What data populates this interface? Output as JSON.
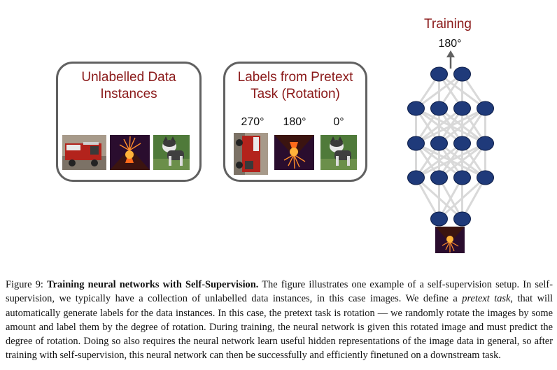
{
  "panels": {
    "unlabelled": {
      "title_line1": "Unlabelled Data",
      "title_line2": "Instances"
    },
    "pretext": {
      "title_line1": "Labels from Pretext",
      "title_line2": "Task (Rotation)",
      "labels": [
        "270°",
        "180°",
        "0°"
      ]
    }
  },
  "images": [
    "fire-truck-photo",
    "volcano-photo",
    "husky-dog-photo"
  ],
  "training": {
    "title": "Training",
    "output_label": "180°"
  },
  "network": {
    "layer_sizes": [
      2,
      4,
      4,
      4,
      2
    ],
    "node_color": "#1f3a7a",
    "edge_color": "#d9d9d9"
  },
  "caption": {
    "prefix": "Figure 9: ",
    "bold": "Training neural networks with Self-Supervision.",
    "part1": " The figure illustrates one example of a self-supervision setup. In self-supervision, we typically have a collection of unlabelled data instances, in this case images. We define a ",
    "italic": "pretext task",
    "part2": ", that will automatically generate labels for the data instances. In this case, the pretext task is rotation — we randomly rotate the images by some amount and label them by the degree of rotation. During training, the neural network is given this rotated image and must predict the degree of rotation. Doing so also requires the neural network learn useful hidden representations of the image data in general, so after training with self-supervision, this neural network can then be successfully and efficiently finetuned on a downstream task."
  }
}
